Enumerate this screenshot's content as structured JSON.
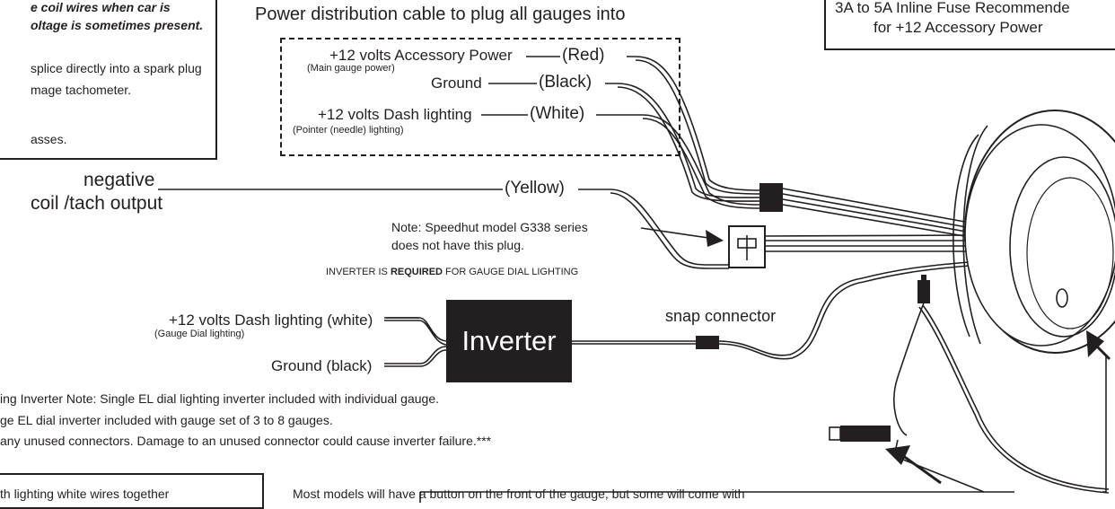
{
  "warning_box": {
    "line1": "e coil wires when car is",
    "line2": "oltage is sometimes present.",
    "line3": "splice directly into a spark plug",
    "line4": "mage tachometer.",
    "line5": "asses."
  },
  "fuse_box": {
    "line1": "3A to 5A Inline Fuse Recommende",
    "line2": "for +12 Accessory Power"
  },
  "title": "Power distribution cable to plug all gauges into",
  "cable": {
    "acc_label": "+12 volts Accessory Power",
    "acc_sub": "(Main gauge power)",
    "acc_color": "(Red)",
    "gnd_label": "Ground",
    "gnd_color": "(Black)",
    "dash_label": "+12 volts Dash lighting",
    "dash_sub": "(Pointer (needle) lighting)",
    "dash_color": "(White)"
  },
  "tach": {
    "line1": "negative",
    "line2": "coil /tach output",
    "color": "(Yellow)"
  },
  "note": {
    "line1": "Note: Speedhut model G338 series",
    "line2": "does not have this plug."
  },
  "inverter_required": {
    "prefix": "INVERTER IS ",
    "bold": "REQUIRED",
    "suffix": " FOR GAUGE DIAL LIGHTING"
  },
  "inverter": {
    "label": "Inverter",
    "dash_label": "+12 volts Dash lighting (white)",
    "dash_sub": "(Gauge Dial lighting)",
    "ground_label": "Ground (black)",
    "snap": "snap connector"
  },
  "notes": {
    "line1": "ing Inverter Note: Single EL dial lighting inverter included with individual gauge.",
    "line2": "ge EL dial inverter included with gauge set of 3 to 8 gauges.",
    "line3": "any unused connectors. Damage to an unused connector could cause inverter failure.***"
  },
  "bottom": {
    "left": "th lighting white wires together",
    "right": "Most models will have a button on the front of the gauge, but some will come with"
  }
}
